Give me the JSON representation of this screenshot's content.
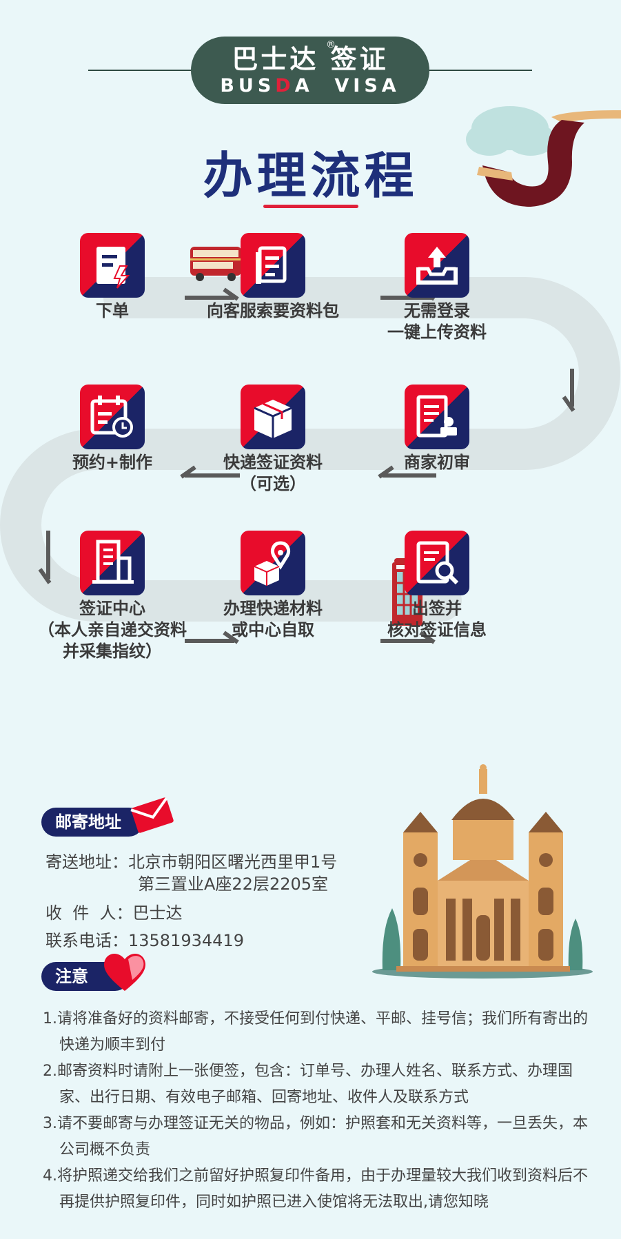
{
  "brand": {
    "name_cn": "巴士达 签证",
    "registered": "®",
    "name_en_1": "BUS",
    "name_en_red": "D",
    "name_en_2": "A  VISA"
  },
  "page_title": "办理流程",
  "colors": {
    "background": "#eaf7f9",
    "navy": "#1b2466",
    "red": "#e80c2b",
    "logo_green": "#3d5a50",
    "track": "#dbe5e6"
  },
  "steps": [
    {
      "icon": "order-icon",
      "line1": "下单",
      "line2": "",
      "line3": ""
    },
    {
      "icon": "document-icon",
      "line1": "向客服索要资料包",
      "line2": "",
      "line3": ""
    },
    {
      "icon": "upload-icon",
      "line1": "无需登录",
      "line2": "一键上传资料",
      "line3": ""
    },
    {
      "icon": "review-icon",
      "line1": "商家初审",
      "line2": "",
      "line3": ""
    },
    {
      "icon": "box-icon",
      "line1": "快递签证资料",
      "line2": "（可选）",
      "line3": ""
    },
    {
      "icon": "calendar-icon",
      "line1": "预约+制作",
      "line2": "",
      "line3": ""
    },
    {
      "icon": "building-icon",
      "line1": "签证中心",
      "line2": "（本人亲自递交资料",
      "line3": "并采集指纹）"
    },
    {
      "icon": "courier-icon",
      "line1": "办理快递材料",
      "line2": "或中心自取",
      "line3": ""
    },
    {
      "icon": "search-doc-icon",
      "line1": "出签并",
      "line2": "核对签证信息",
      "line3": ""
    }
  ],
  "mailing": {
    "tag": "邮寄地址",
    "address_label": "寄送地址：",
    "address_line1": "北京市朝阳区曙光西里甲1号",
    "address_line2": "第三置业A座22层2205室",
    "recipient_label": "收  件  人：",
    "recipient": "巴士达",
    "phone_label": "联系电话：",
    "phone": "13581934419"
  },
  "notice": {
    "tag": "注意",
    "items": [
      "1.请将准备好的资料邮寄，不接受任何到付快递、平邮、挂号信；我们所有寄出的快递为顺丰到付",
      "2.邮寄资料时请附上一张便签，包含：订单号、办理人姓名、联系方式、办理国家、出行日期、有效电子邮箱、回寄地址、收件人及联系方式",
      "3.请不要邮寄与办理签证无关的物品，例如：护照套和无关资料等，一旦丢失，本公司概不负责",
      "4.将护照递交给我们之前留好护照复印件备用，由于办理量较大我们收到资料后不再提供护照复印件，同时如护照已进入使馆将无法取出,请您知晓"
    ]
  }
}
